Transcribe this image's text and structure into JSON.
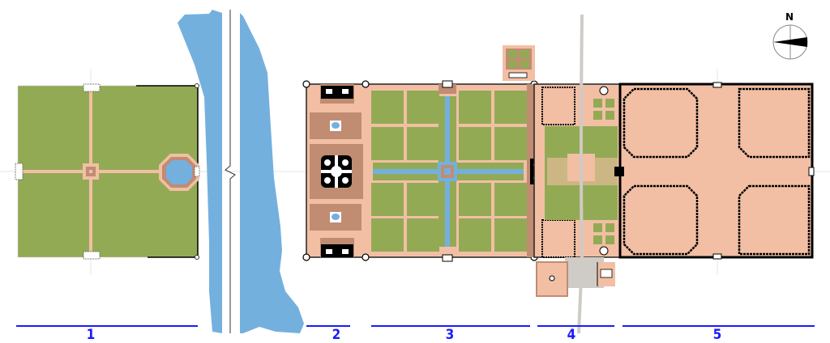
{
  "title": "Site plan",
  "compass": {
    "label": "N"
  },
  "sections": [
    {
      "label": "1"
    },
    {
      "label": "2"
    },
    {
      "label": "3"
    },
    {
      "label": "4"
    },
    {
      "label": "5"
    }
  ],
  "colors": {
    "lawn": "#93aa55",
    "sandstone": "#f2bfa4",
    "brick": "#c08c72",
    "water": "#74b0de",
    "road": "#cfcbc6",
    "scale_line": "#1a1aff"
  }
}
